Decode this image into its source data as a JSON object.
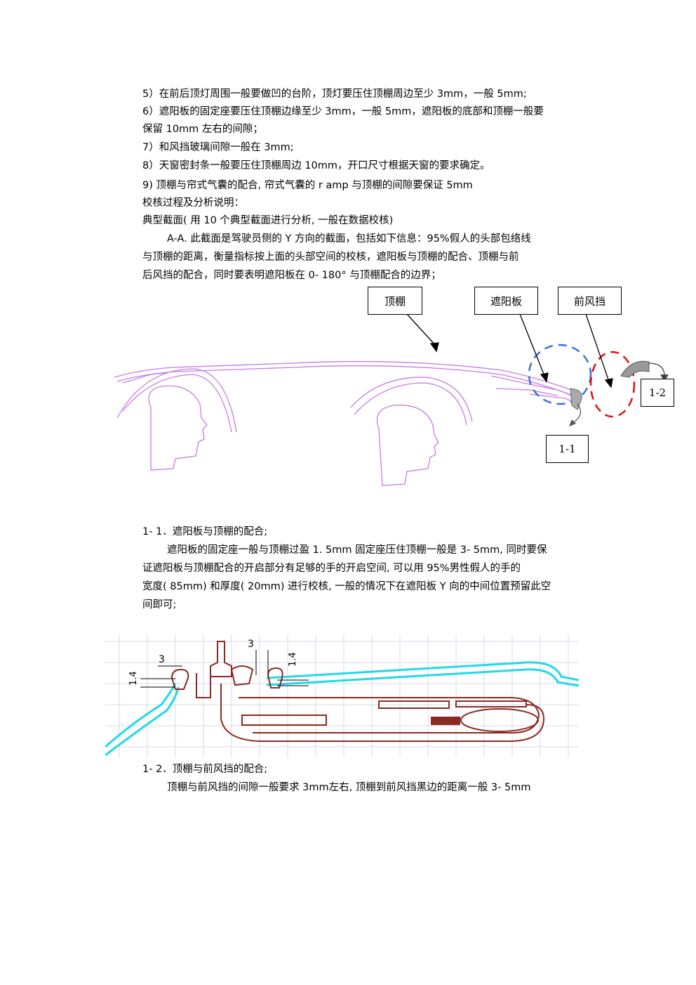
{
  "text": {
    "l1": "5）在前后顶灯周围一般要做凹的台阶，顶灯要压住顶棚周边至少 3mm，一般 5mm;",
    "l2": "6）遮阳板的固定座要压住顶棚边缘至少 3mm，一般 5mm，遮阳板的底部和顶棚一般要",
    "l3": "保留 10mm 左右的间隙；",
    "l4": "7）和风挡玻璃间隙一般在 3mm;",
    "l5": "8）天窗密封条一般要压住顶棚周边 10mm，开口尺寸根据天窗的要求确定。",
    "l6": "9) 顶棚与帘式气囊的配合, 帘式气囊的 r amp 与顶棚的间隙要保证 5mm",
    "l7": "校核过程及分析说明：",
    "l8": "典型截面( 用 10 个典型截面进行分析, 一般在数据校核)",
    "l9": "A-A.  此截面是驾驶员侧的 Y 方向的截面，包括如下信息：95%假人的头部包络线",
    "l10": "与顶棚的距离，衡量指标按上面的头部空间的校核，遮阳板与顶棚的配合、顶棚与前",
    "l11": "后风挡的配合，同时要表明遮阳板在 0- 180°  与顶棚配合的边界；",
    "s1_title": "1- 1．遮阳板与顶棚的配合;",
    "s1_p1": "遮阳板的固定座一般与顶棚过盈 1. 5mm 固定座压住顶棚一般是 3- 5mm, 同时要保",
    "s1_p2": "证遮阳板与顶棚配合的开启部分有足够的手的开启空间, 可以用  95%男性假人的手的",
    "s1_p3": "宽度( 85mm) 和厚度( 20mm) 进行校核, 一般的情况下在遮阳板 Y 向的中间位置预留此空",
    "s1_p4": "间即可;",
    "s2_title": "1- 2．顶棚与前风挡的配合;",
    "s2_p1": "顶棚与前风挡的间隙一般要求 3mm左右, 顶棚到前风挡黑边的距离一般 3- 5mm"
  },
  "figure1": {
    "label_headliner": "顶棚",
    "label_sunvisor": "遮阳板",
    "label_windshield": "前风挡",
    "label_1_1": "1-1",
    "label_1_2": "1-2"
  },
  "figure2": {
    "dim_left_vertical": "1.4",
    "dim_left_gap": "3",
    "dim_right_gap": "3",
    "dim_right_vertical": "1.4"
  },
  "colors": {
    "head_outline": "#c77be6",
    "blue_circle": "#3a6fe0",
    "red_circle": "#e01010",
    "cyan_line": "#22d9e8",
    "brown_part": "#8a2a20"
  }
}
